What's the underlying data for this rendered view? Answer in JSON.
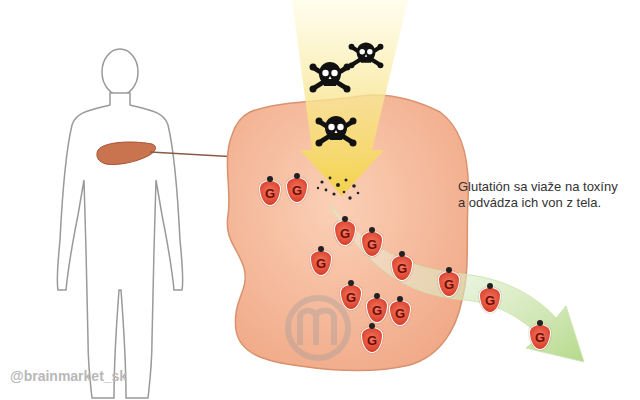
{
  "diagram": {
    "labels": [
      "Glutatión sa viaže na toxíny a odvádza ich von z tela.",
      "G",
      "G",
      "G",
      "G",
      "G",
      "G",
      "G",
      "G",
      "G",
      "G",
      "G",
      "G",
      "G",
      "@brainmarket_sk"
    ]
  }
}
